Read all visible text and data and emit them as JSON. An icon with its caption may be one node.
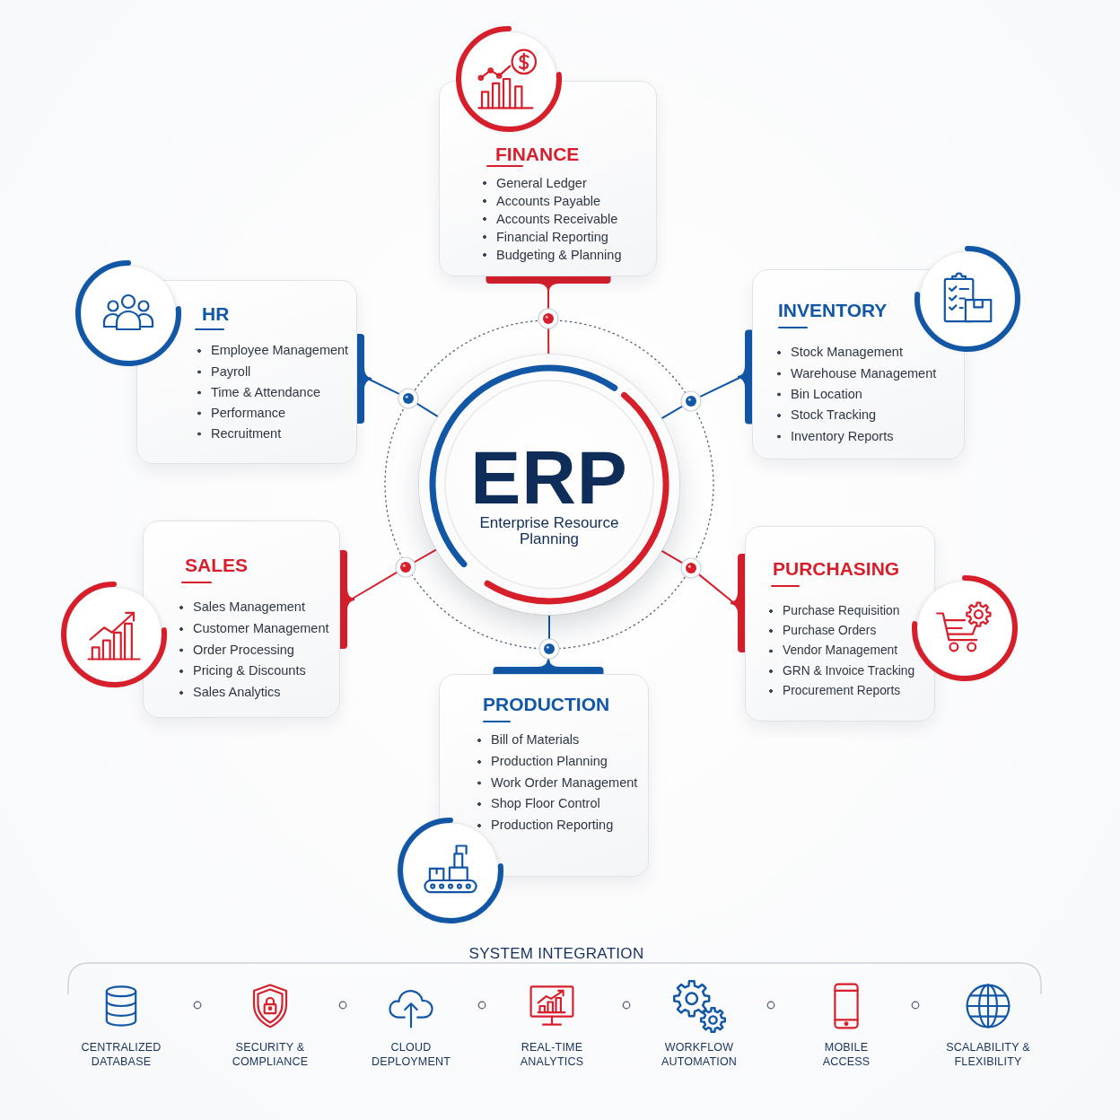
{
  "diagram": {
    "nodes": [
      {
        "text": [
          "FINANCE",
          "General Ledger",
          "Accounts Payable",
          "Accounts Receivable",
          "Financial Reporting",
          "Budgeting & Planning"
        ]
      },
      {
        "text": [
          "HR",
          "Employee Management",
          "Payroll",
          "Time & Attendance",
          "Performance",
          "Recruitment"
        ]
      },
      {
        "text": [
          "INVENTORY",
          "Stock Management",
          "Warehouse Management",
          "Bin Location",
          "Stock Tracking",
          "Inventory Reports"
        ]
      },
      {
        "text": [
          "ERP",
          "Enterprise Resource Planning"
        ]
      },
      {
        "text": [
          "SALES",
          "Sales Management",
          "Customer Management",
          "Order Processing",
          "Pricing & Discounts",
          "Sales Analytics"
        ]
      },
      {
        "text": [
          "PURCHASING",
          "Purchase Requisition",
          "Purchase Orders",
          "Vendor Management",
          "GRN & Invoice Tracking",
          "Procurement Reports"
        ]
      },
      {
        "text": [
          "PRODUCTION",
          "Bill of Materials",
          "Production Planning",
          "Work Order Management",
          "Shop Floor Control",
          "Production Reporting"
        ]
      },
      {
        "text": [],
        "shape": "circle"
      },
      {
        "text": [],
        "shape": "circle"
      },
      {
        "text": [],
        "shape": "circle"
      },
      {
        "text": [],
        "shape": "circle"
      },
      {
        "text": [],
        "shape": "circle"
      },
      {
        "text": [],
        "shape": "circle"
      }
    ],
    "edges": [
      {
        "from": 0,
        "to": 7,
        "arrow": "other",
        "color": "#d71f2b"
      },
      {
        "from": 7,
        "to": 3,
        "arrow": "none",
        "color": "#d71f2b"
      },
      {
        "from": 1,
        "to": 8,
        "arrow": "other",
        "color": "#1257a6"
      },
      {
        "from": 8,
        "to": 3,
        "arrow": "none",
        "color": "#1257a6"
      },
      {
        "from": 2,
        "to": 9,
        "arrow": "other",
        "color": "#1257a6"
      },
      {
        "from": 9,
        "to": 3,
        "arrow": "none",
        "color": "#1257a6"
      },
      {
        "from": 4,
        "to": 10,
        "arrow": "other",
        "color": "#d71f2b"
      },
      {
        "from": 10,
        "to": 3,
        "arrow": "none",
        "color": "#d71f2b"
      },
      {
        "from": 5,
        "to": 11,
        "arrow": "other",
        "color": "#d71f2b"
      },
      {
        "from": 11,
        "to": 3,
        "arrow": "none",
        "color": "#d71f2b"
      },
      {
        "from": 6,
        "to": 12,
        "arrow": "other",
        "color": "#1257a6"
      },
      {
        "from": 12,
        "to": 3,
        "arrow": "none",
        "color": "#1257a6"
      }
    ],
    "labels": [
      "SYSTEM INTEGRATION",
      "CENTRALIZED DATABASE",
      "SECURITY & COMPLIANCE",
      "CLOUD DEPLOYMENT",
      "REAL-TIME ANALYTICS",
      "WORKFLOW AUTOMATION",
      "MOBILE ACCESS",
      "SCALABILITY & FLEXIBILITY"
    ]
  }
}
